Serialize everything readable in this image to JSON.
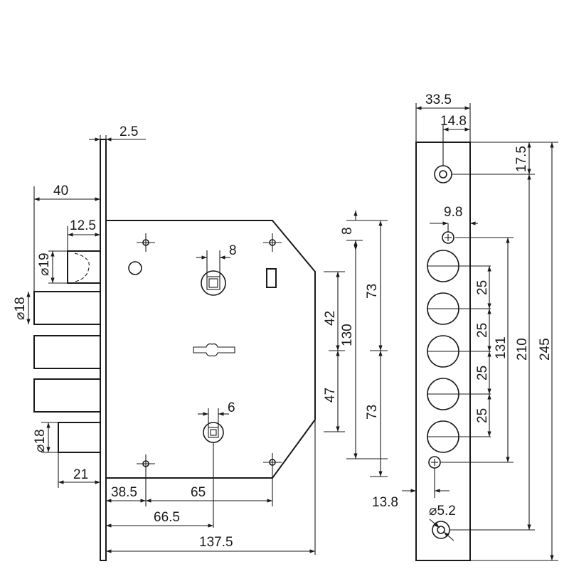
{
  "dimensions": {
    "faceplate_thickness": "2.5",
    "bolt_throw": "40",
    "latch_throw": "12.5",
    "latch_dia": "⌀19",
    "bolt_dia_top": "⌀18",
    "bolt_dia_bottom": "⌀18",
    "bottom_bolt_throw": "21",
    "spindle_top": "8",
    "spindle_bottom": "6",
    "backset_1": "38.5",
    "backset_2": "65",
    "backset_total": "66.5",
    "case_width": "137.5",
    "side_8": "8",
    "side_42": "42",
    "side_47": "47",
    "side_130": "130",
    "side_73_top": "73",
    "side_73_bottom": "73",
    "front_width": "33.5",
    "front_center": "14.8",
    "front_screw_offset": "9.8",
    "front_top": "17.5",
    "front_pitch_1": "25",
    "front_pitch_2": "25",
    "front_pitch_3": "25",
    "front_pitch_4": "25",
    "front_131": "131",
    "front_210": "210",
    "front_245": "245",
    "front_bottom_offset": "13.8",
    "front_screw_dia": "⌀5.2"
  }
}
